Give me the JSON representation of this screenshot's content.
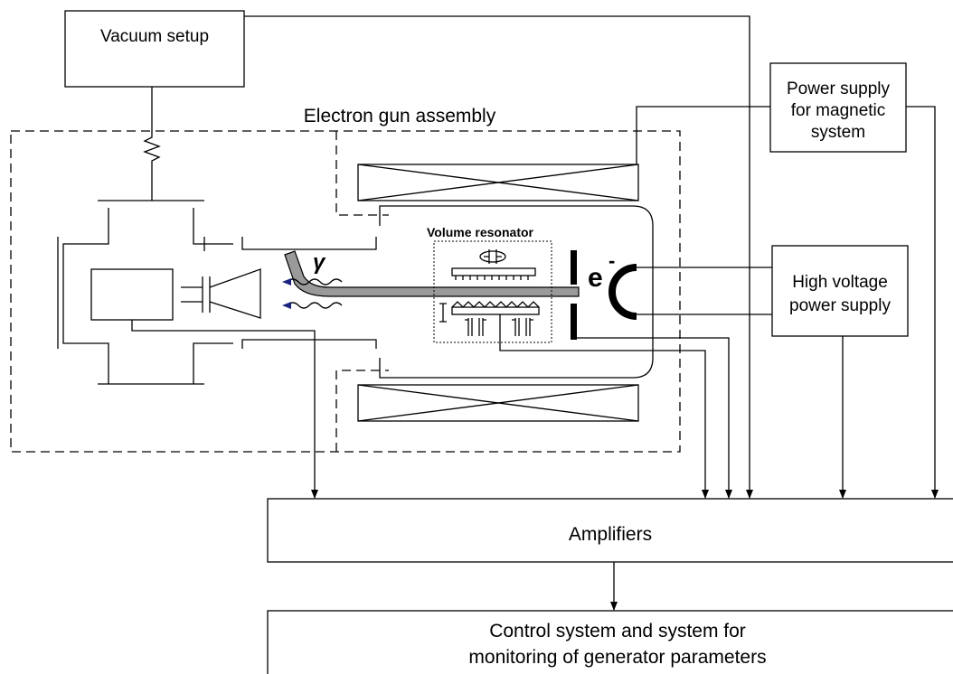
{
  "diagram": {
    "vacuum_setup": "Vacuum setup",
    "electron_gun_assembly": "Electron gun assembly",
    "power_supply_magnetic": [
      "Power supply",
      "for magnetic",
      "system"
    ],
    "volume_resonator": "Volume resonator",
    "gamma_symbol": "γ",
    "electron_symbol": "e",
    "electron_charge": "-",
    "high_voltage_power_supply": [
      "High voltage",
      "power supply"
    ],
    "amplifiers": "Amplifiers",
    "control_system": [
      "Control system and system for",
      "monitoring of generator parameters"
    ]
  }
}
